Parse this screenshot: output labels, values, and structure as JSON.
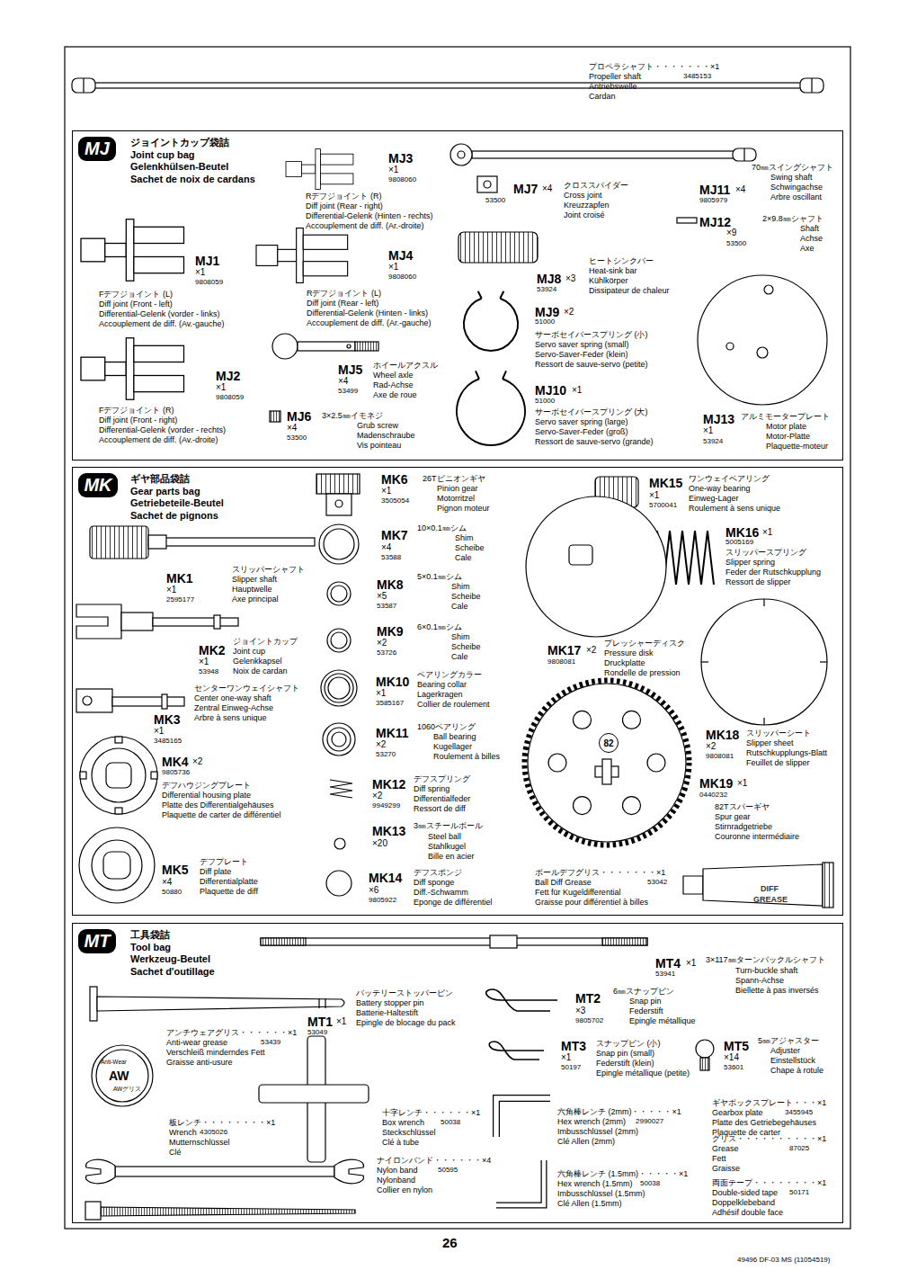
{
  "diagram": {
    "nodes": [
      {
        "text": [
          "ジョイントカップ袋詰",
          "Joint cup bag",
          "Gelenkhülsen-Beutel",
          "Sachet de noix de cardans"
        ]
      },
      {
        "text": [
          "MJ"
        ],
        "in": 0
      },
      {
        "text": [
          "ギヤ部品袋詰",
          "Gear parts bag",
          "Getriebeteile-Beutel",
          "Sachet de pignons"
        ]
      },
      {
        "text": [
          "MK"
        ],
        "in": 2
      },
      {
        "text": [
          "82"
        ],
        "in": 2
      },
      {
        "text": [
          "工具袋詰",
          "Tool bag",
          "Werkzeug-Beutel",
          "Sachet d'outillage"
        ]
      },
      {
        "text": [
          "MT"
        ],
        "in": 5
      }
    ],
    "labels": [
      "プロペラシャフト・・・・・・・×1",
      "Propeller shaft",
      "3485153",
      "Antriebswelle",
      "Cardan",
      "MJ3",
      "×1",
      "9808060",
      "Rデフジョイント (R)",
      "Diff joint (Rear - right)",
      "Differential-Gelenk (Hinten - rechts)",
      "Accouplement de diff. (Ar.-droite)",
      "MJ7",
      "×4",
      "53500",
      "クロススパイダー",
      "Cross joint",
      "Kreuzzapfen",
      "Joint croisé",
      "70㎜スイングシャフト",
      "Swing shaft",
      "Schwingachse",
      "Arbre oscillant",
      "MJ11",
      "×4",
      "9805979",
      "MJ12",
      "2×9.8㎜シャフト",
      "×9",
      "53500",
      "Shaft",
      "Achse",
      "Axe",
      "MJ1",
      "×1",
      "9808059",
      "Fデフジョイント (L)",
      "Diff joint (Front - left)",
      "Differential-Gelenk (vorder - links)",
      "Accouplement de diff. (Av.-gauche)",
      "MJ4",
      "×1",
      "9808060",
      "Rデフジョイント (L)",
      "Diff joint (Rear - left)",
      "Differential-Gelenk (Hinten - links)",
      "Accouplement de diff. (Ar.-gauche)",
      "ヒートシンクバー",
      "Heat-sink bar",
      "Kühlkörper",
      "Dissipateur de chaleur",
      "MJ8",
      "×3",
      "53924",
      "MJ9",
      "×2",
      "51000",
      "サーボセイバースプリング (小)",
      "Servo saver spring (small)",
      "Servo-Saver-Feder (klein)",
      "Ressort de sauve-servo (petite)",
      "ホイールアクスル",
      "Wheel axle",
      "Rad-Achse",
      "Axe de roue",
      "MJ5",
      "×4",
      "53499",
      "MJ2",
      "×1",
      "9808059",
      "Fデフジョイント (R)",
      "Diff joint (Front - right)",
      "Differential-Gelenk (vorder - rechts)",
      "Accouplement de diff. (Av.-droite)",
      "MJ6",
      "3×2.5㎜イモネジ",
      "×4",
      "53500",
      "Grub screw",
      "Madenschraube",
      "Vis pointeau",
      "MJ10",
      "×1",
      "51000",
      "サーボセイバースプリング (大)",
      "Servo saver spring (large)",
      "Servo-Saver-Feder (groß)",
      "Ressort de sauve-servo (grande)",
      "アルミモータープレート",
      "MJ13",
      "Motor plate",
      "Motor-Platte",
      "Plaquette-moteur",
      "×1",
      "53924",
      "MK6",
      "26Tピニオンギヤ",
      "×1",
      "Pinion gear",
      "Motorritzel",
      "Pignon moteur",
      "3505054",
      "MK15",
      "ワンウェイベアリング",
      "One-way bearing",
      "Einweg-Lager",
      "Roulement à sens unique",
      "×1",
      "5700041",
      "10×0.1㎜シム",
      "MK7",
      "Shim",
      "Scheibe",
      "Cale",
      "×4",
      "53588",
      "MK16",
      "×1",
      "5005169",
      "スリッパースプリング",
      "Slipper spring",
      "Feder der Rutschkupplung",
      "Ressort de slipper",
      "スリッパーシャフト",
      "Slipper shaft",
      "Hauptwelle",
      "Axe principal",
      "MK1",
      "×1",
      "2595177",
      "5×0.1㎜シム",
      "MK8",
      "Shim",
      "Scheibe",
      "Cale",
      "×5",
      "53587",
      "6×0.1㎜シム",
      "MK9",
      "Shim",
      "Scheibe",
      "Cale",
      "×2",
      "53726",
      "ジョイントカップ",
      "Joint cup",
      "Gelenkkapsel",
      "Noix de cardan",
      "MK2",
      "×1",
      "53948",
      "プレッシャーディスク",
      "Pressure disk",
      "Druckplatte",
      "Rondelle de pression",
      "MK17",
      "×2",
      "9808081",
      "ベアリングカラー",
      "Bearing collar",
      "Lagerkragen",
      "Collier de roulement",
      "MK10",
      "×1",
      "3585167",
      "センターワンウェイシャフト",
      "Center one-way shaft",
      "Zentral Einweg-Achse",
      "Arbre à sens unique",
      "MK3",
      "×1",
      "3485165",
      "1060ベアリング",
      "MK11",
      "Ball bearing",
      "Kugellager",
      "Roulement à billes",
      "×2",
      "53270",
      "MK18",
      "×2",
      "9808081",
      "スリッパーシート",
      "Slipper sheet",
      "Rutschkupplungs-Blatt",
      "Feuillet de slipper",
      "MK4",
      "×2",
      "9805736",
      "デフハウジングプレート",
      "Differential housing plate",
      "Platte des Differentialgehäuses",
      "Plaquette de carter de différentiel",
      "デフスプリング",
      "Diff spring",
      "Differentialfeder",
      "Ressort de diff",
      "MK12",
      "×2",
      "9949299",
      "MK19",
      "×1",
      "0440232",
      "82Tスパーギヤ",
      "Spur gear",
      "Stirnradgetriebe",
      "Couronne intermédiaire",
      "3㎜スチールボール",
      "MK13",
      "Steel ball",
      "Stahlkugel",
      "Bille en acier",
      "×20",
      "デフプレート",
      "Diff plate",
      "Differentialplatte",
      "Plaquette de diff",
      "MK5",
      "×4",
      "50880",
      "デフスポンジ",
      "Diff sponge",
      "Diff.-Schwamm",
      "Eponge de différentiel",
      "MK14",
      "×6",
      "9805922",
      "ボールデフグリス・・・・・・・×1",
      "Ball Diff Grease",
      "53042",
      "Fett für Kugeldifferential",
      "Graisse pour différentiel à billes",
      "DIFF",
      "GREASE",
      "3×117㎜ターンバックルシャフト",
      "MT4",
      "×1",
      "Turn-buckle shaft",
      "Spann-Achse",
      "Biellette à pas inversés",
      "53941",
      "バッテリーストッパーピン",
      "Battery stopper pin",
      "Batterie-Haltestift",
      "Epingle de blocage du pack",
      "MT1",
      "×1",
      "53049",
      "6㎜スナップピン",
      "MT2",
      "Snap pin",
      "Federstift",
      "Epingle métallique",
      "×3",
      "9805702",
      "アンチウェアグリス・・・・・・×1",
      "Anti-wear grease",
      "53439",
      "Verschleiß minderndes Fett",
      "Graisse anti-usure",
      "スナップピン (小)",
      "Snap pin (small)",
      "Federstift (klein)",
      "Epingle métallique (petite)",
      "MT3",
      "×1",
      "50197",
      "5㎜アジャスター",
      "MT5",
      "Adjuster",
      "Einstellstück",
      "Chape à rotule",
      "×14",
      "53601",
      "Anti-Wear",
      "AW",
      "AWグリス",
      "ギヤボックスプレート・・・×1",
      "Gearbox plate",
      "3455945",
      "Platte des Getriebegehäuses",
      "Plaquette de carter",
      "十字レンチ・・・・・・×1",
      "Box wrench",
      "50038",
      "Steckschlüssel",
      "Clé à tube",
      "六角棒レンチ (2mm)・・・・・×1",
      "Hex wrench (2mm)",
      "2990027",
      "Imbusschlüssel (2mm)",
      "Clé Allen (2mm)",
      "板レンチ・・・・・・・・×1",
      "Wrench",
      "4305026",
      "Mutternschlüssel",
      "Clé",
      "グリス・・・・・・・・・・×1",
      "Grease",
      "87025",
      "Fett",
      "Graisse",
      "ナイロンバンド・・・・・・×4",
      "Nylon band",
      "50595",
      "Nylonband",
      "Collier en nylon",
      "六角棒レンチ (1.5mm)・・・・・×1",
      "Hex wrench (1.5mm)",
      "50038",
      "Imbusschlüssel (1.5mm)",
      "Clé Allen (1.5mm)",
      "両面テープ・・・・・・・・×1",
      "Double-sided tape",
      "50171",
      "Doppelklebeband",
      "Adhésif double face",
      "26",
      "49496 DF-03 MS (11054519)"
    ]
  }
}
